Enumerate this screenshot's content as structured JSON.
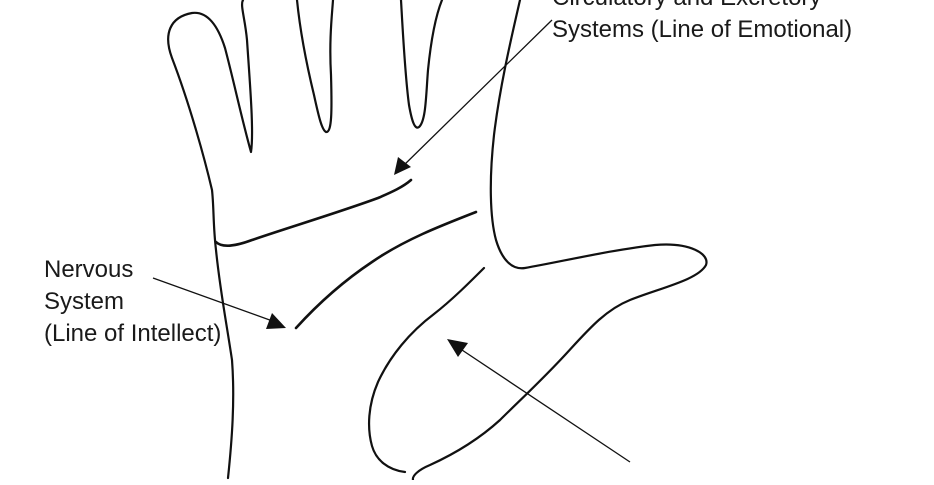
{
  "labels": {
    "circulatory": {
      "lines": [
        "Circulatory and Excretory",
        "Systems (Line of Emotional)"
      ]
    },
    "nervous": {
      "lines": [
        "Nervous",
        "System",
        "(Line of Intellect)"
      ]
    }
  }
}
